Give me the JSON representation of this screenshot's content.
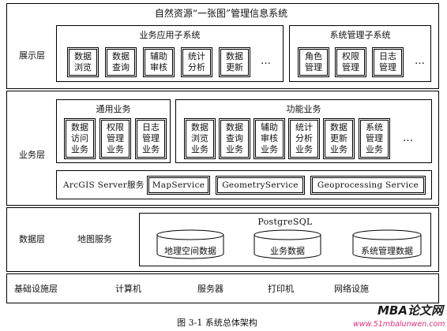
{
  "title": "自然资源“一张图”管理信息系统",
  "layers": {
    "presentation": {
      "label": "展示层",
      "business_subsystem": {
        "title": "业务应用子系统",
        "items": [
          [
            "数据",
            "浏览"
          ],
          [
            "数据",
            "查询"
          ],
          [
            "辅助",
            "审核"
          ],
          [
            "统计",
            "分析"
          ],
          [
            "数据",
            "更新"
          ]
        ],
        "more": "…"
      },
      "mgmt_subsystem": {
        "title": "系统管理子系统",
        "items": [
          [
            "角色",
            "管理"
          ],
          [
            "权限",
            "管理"
          ],
          [
            "日志",
            "管理"
          ]
        ],
        "more": "…"
      }
    },
    "business": {
      "label": "业务层",
      "general": {
        "title": "通用业务",
        "items": [
          [
            "数据",
            "访问",
            "业务"
          ],
          [
            "权限",
            "管理",
            "业务"
          ],
          [
            "日志",
            "管理",
            "业务"
          ]
        ]
      },
      "functional": {
        "title": "功能业务",
        "items": [
          [
            "数据",
            "浏览",
            "业务"
          ],
          [
            "数据",
            "查询",
            "业务"
          ],
          [
            "辅助",
            "审核",
            "业务"
          ],
          [
            "统计",
            "分析",
            "业务"
          ],
          [
            "数据",
            "更新",
            "业务"
          ],
          [
            "系统",
            "管理",
            "业务"
          ]
        ],
        "more": "…"
      },
      "arcgis": {
        "label": "ArcGIS Server服务",
        "services": [
          "MapService",
          "GeometryService",
          "Geoprocessing Service"
        ]
      }
    },
    "data": {
      "label": "数据层",
      "map_service": "地图服务",
      "db_title": "PostgreSQL",
      "databases": [
        "地理空间数据",
        "业务数据",
        "系统管理数据"
      ]
    },
    "infra": {
      "label": "基础设施层",
      "items": [
        "计算机",
        "服务器",
        "打印机",
        "网络设施"
      ]
    }
  },
  "caption": "图 3-1  系统总体架构",
  "watermark": {
    "brand": "MBA论文网",
    "url": "www.51mbalunwen.com"
  }
}
